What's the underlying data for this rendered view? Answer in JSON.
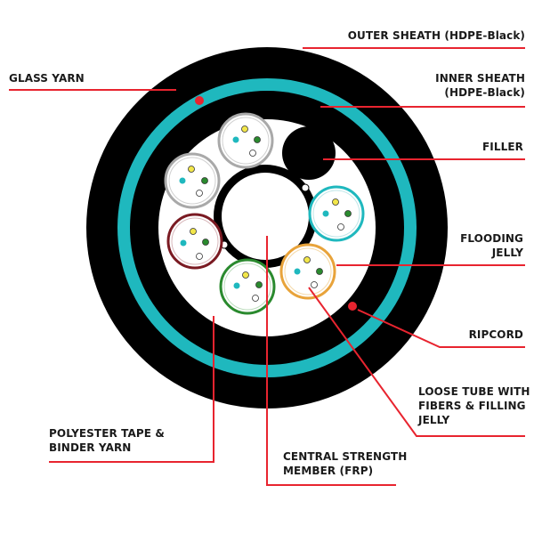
{
  "labels": {
    "outer_sheath": "OUTER SHEATH (HDPE-Black)",
    "glass_yarn": "GLASS YARN",
    "inner_sheath": [
      "INNER SHEATH",
      "(HDPE-Black)"
    ],
    "filler": "FILLER",
    "flooding_jelly": [
      "FLOODING",
      "JELLY"
    ],
    "ripcord": "RIPCORD",
    "loose_tube": [
      "LOOSE TUBE WITH",
      "FIBERS & FILLING",
      "JELLY"
    ],
    "polyester_tape": [
      "POLYESTER TAPE &",
      "BINDER YARN"
    ],
    "central_member": [
      "CENTRAL STRENGTH",
      "MEMBER (FRP)"
    ]
  },
  "colors": {
    "leader_line": "#e8242f",
    "outer_sheath": "#000000",
    "glass_yarn_ring": "#1fb8be",
    "core_background": "#ffffff",
    "tube_gray": "#a9a9a9",
    "tube_teal": "#1fb8be",
    "tube_orange": "#e8a33a",
    "tube_green": "#2a8a2e",
    "tube_maroon": "#7a1a22",
    "fiber_yellow": "#f2e64a",
    "fiber_cyan": "#1fb8be",
    "fiber_green": "#2a8a2e"
  }
}
